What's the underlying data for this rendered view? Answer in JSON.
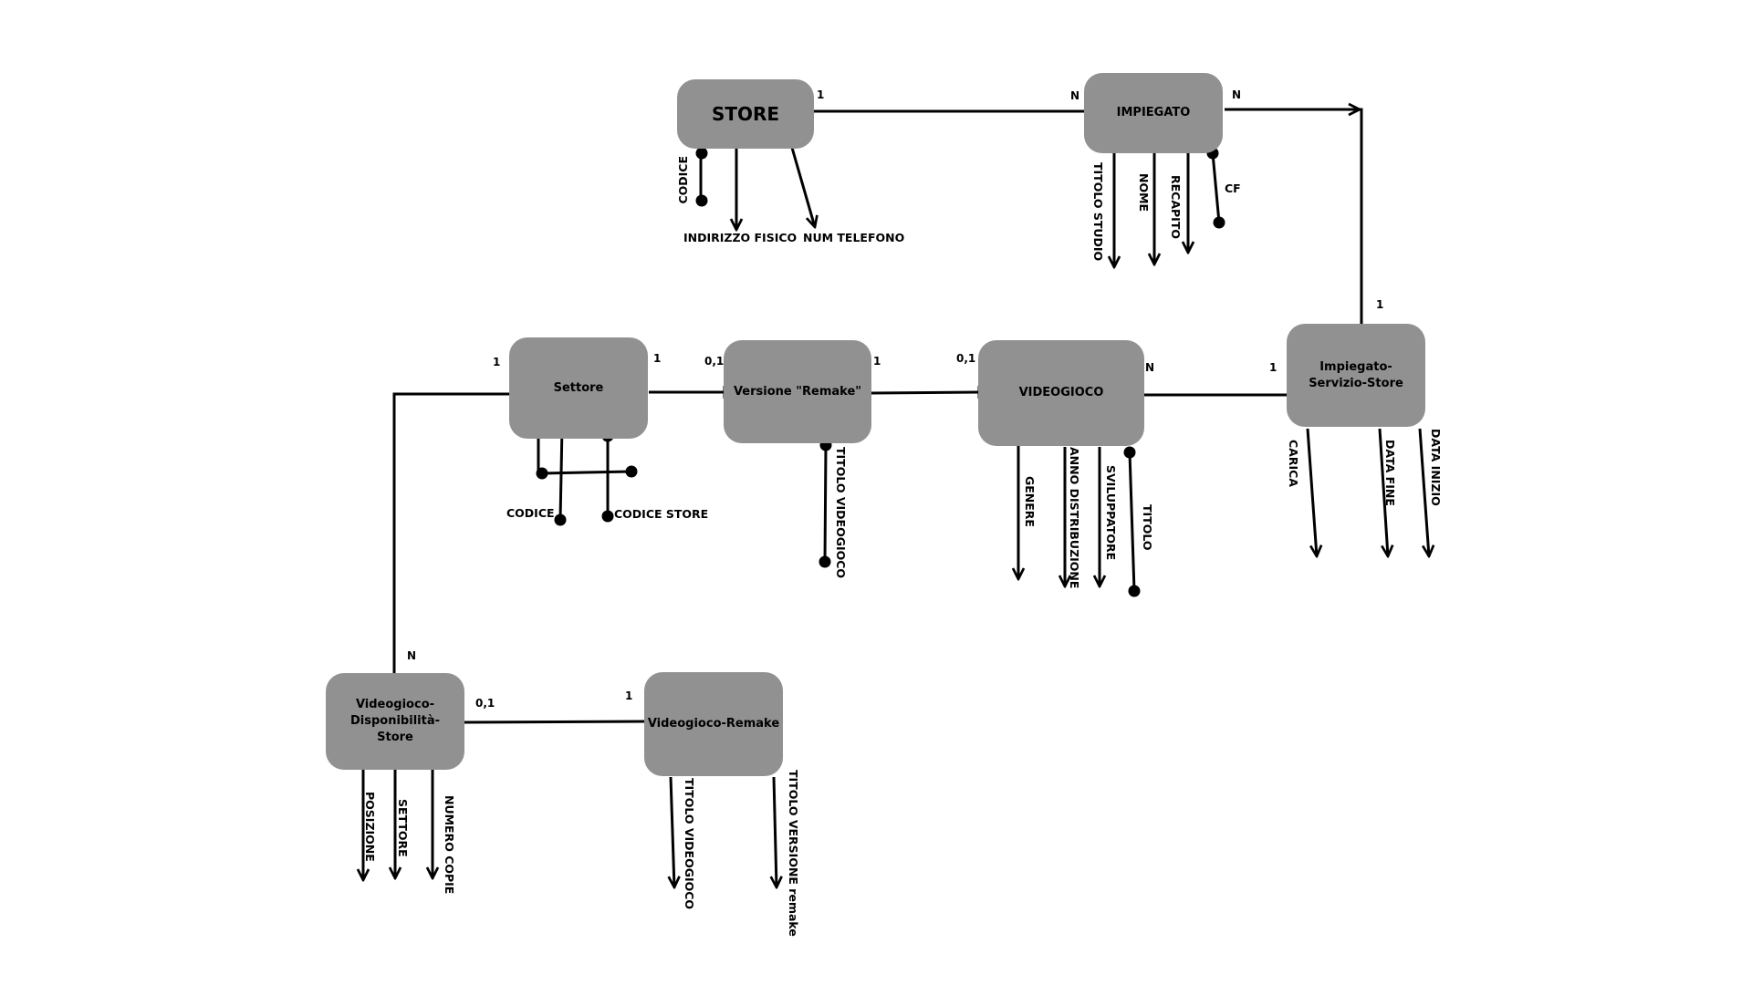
{
  "entities": {
    "store": "STORE",
    "impiegato": "IMPIEGATO",
    "settore": "Settore",
    "versione_remake": "Versione \"Remake\"",
    "videogioco": "VIDEOGIOCO",
    "impiegato_servizio_store": "Impiegato-Servizio-Store",
    "videogioco_disponibilita_store": "Videogioco-Disponibilità-Store",
    "videogioco_remake": "Videogioco-Remake"
  },
  "attributes": {
    "store": {
      "codice": "CODICE",
      "indirizzo": "INDIRIZZO FISICO",
      "telefono": "NUM TELEFONO"
    },
    "impiegato": {
      "titolo_studio": "TITOLO STUDIO",
      "nome": "NOME",
      "recapito": "RECAPITO",
      "cf": "CF"
    },
    "settore": {
      "codice": "CODICE",
      "codice_store": "CODICE STORE"
    },
    "versione_remake": {
      "titolo_videogioco": "TITOLO VIDEOGIOCO"
    },
    "videogioco": {
      "genere": "GENERE",
      "anno": "ANNO DISTRIBUZIONE",
      "sviluppatore": "SVILUPPATORE",
      "titolo": "TITOLO"
    },
    "impiegato_servizio_store": {
      "carica": "CARICA",
      "data_fine": "DATA FINE",
      "data_inizio": "DATA INIZIO"
    },
    "videogioco_disponibilita_store": {
      "posizione": "POSIZIONE",
      "settore": "SETTORE",
      "numero_copie": "NUMERO COPIE"
    },
    "videogioco_remake": {
      "titolo_videogioco": "TITOLO VIDEOGIOCO",
      "titolo_versione": "TITOLO VERSIONE remake"
    }
  },
  "cardinalities": {
    "store_impiegato_1": "1",
    "store_impiegato_n": "N",
    "impiegato_iss_n": "N",
    "iss_impiegato_1": "1",
    "iss_videogioco_1": "1",
    "videogioco_iss_n": "N",
    "versione_videogioco_1": "1",
    "videogioco_versione_01": "0,1",
    "settore_versione_1": "1",
    "versione_settore_01": "0,1",
    "settore_vds_1": "1",
    "vds_settore_n": "N",
    "vds_remake_01": "0,1",
    "remake_vds_1": "1"
  },
  "colors": {
    "entity_fill": "#919191",
    "line": "#000000"
  }
}
